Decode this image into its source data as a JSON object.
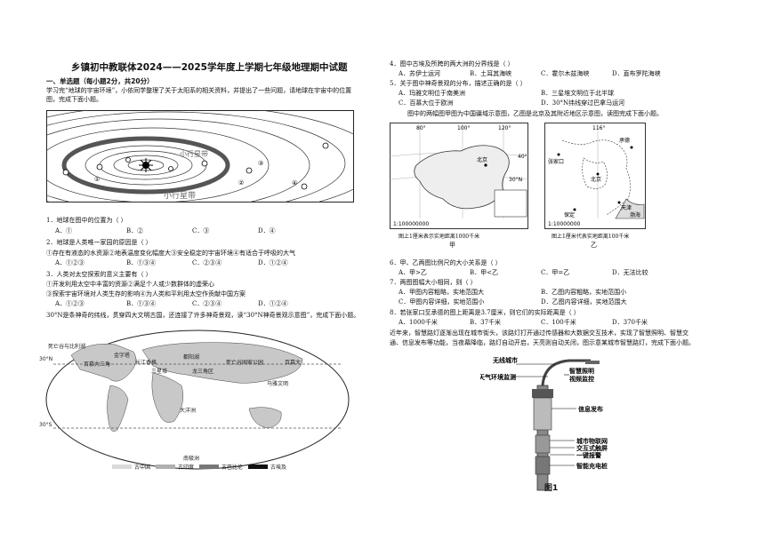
{
  "title": "乡镇初中教联体2024——2025学年度上学期七年级地理期中试题",
  "section1": "一、单选题（每小题2分，共20分）",
  "intro1": "学习完“地球的宇宙环境”，小依同学整理了关于太阳系的相关资料，并提出了一些问题，请地球在宇宙中的位置",
  "intro1b": "图，完成下面小题。",
  "fig1": {
    "label1": "小行星带",
    "label2": "小行星带"
  },
  "q1": {
    "stem": "1．地球在图中的位置为（   ）",
    "a": "A．①",
    "b": "B．②",
    "c": "C．③",
    "d": "D．④"
  },
  "q2": {
    "stem": "2．地球是人类唯一家园的原因是（   ）",
    "note": "①存在有液态的水资源②地表温度变化幅度大③安全稳定的宇宙环境④有适合于呼吸的大气",
    "a": "A．①②③",
    "b": "B．①③④",
    "c": "C．②③④",
    "d": "D．①②④"
  },
  "q3": {
    "stem": "3．人类对太空探索的意义主要有（   ）",
    "note1": "①开发利用太空中丰富的资源②满足个人或少数群体的虚荣心",
    "note2": "③探索宇宙环境对人类生存的影响④为人类和平利用太空作贡献中国方案",
    "a": "A．①②③",
    "b": "B．①③④",
    "c": "C．②③④",
    "d": "D．①②④"
  },
  "intro2": "30°N是条神奇的纬线，贯穿四大文明古国，还连接了许多神奇景观，读“30°N神奇景观示意图”，完成下面小题。",
  "worldmap": {
    "labels": [
      "死亡谷与比利湖",
      "金字塔",
      "长江香格",
      "都阳湖",
      "死亡谷国家公园",
      "百慕大",
      "百慕大三角",
      "马雅文明",
      "三星堆",
      "龙三角区",
      "大洋洲",
      "南极洲",
      "30°N",
      "30°S"
    ],
    "legend": [
      "古中国",
      "古印度",
      "古巴比伦",
      "古埃及"
    ],
    "legend_colors": [
      "#d9d9d9",
      "#b0b0b0",
      "#777777",
      "#111111"
    ]
  },
  "q4": {
    "stem": "4．图中古埃及所跨的两大洲的分界线是（   ）",
    "a": "A．苏伊士运河",
    "b": "B．土耳其海峡",
    "c": "C．霍尔木兹海峡",
    "d": "D．直布罗陀海峡"
  },
  "q5": {
    "stem": "5．关于图中神奇景观的分布，描述正确的是（   ）",
    "a": "A．玛雅文明位于南美洲",
    "b": "B．三星堆文明位于北半球",
    "c": "C．百慕大位于欧洲",
    "d": "D．30°N纬线穿过巴拿马运河"
  },
  "intro3": "图中的两幅图甲图为中国疆域示意图，乙图是北京及其附近地区示意图，读图完成下面小题。",
  "maps": {
    "jia_coords": [
      "80°",
      "100°",
      "120°",
      "40°",
      "30°N"
    ],
    "jia_scale": "1:100000000",
    "jia_note": "图上1厘米表示实地距离1000千米",
    "jia_name": "甲",
    "jia_labels": [
      "北京"
    ],
    "yi_coords": [
      "116°"
    ],
    "yi_labels": [
      "承德",
      "张家口",
      "北京",
      "保定",
      "天津",
      "渤海"
    ],
    "yi_scale": "1:10000000",
    "yi_note": "图上1厘米代表实地距离100千米",
    "yi_name": "乙"
  },
  "q6": {
    "stem": "6．甲、乙两图比例尺的大小关系是（   ）",
    "a": "A．甲>乙",
    "b": "B．甲<乙",
    "c": "C．甲=乙",
    "d": "D．无法比较"
  },
  "q7": {
    "stem": "7．两图图幅大小相同，则（   ）",
    "a": "A．甲图内容粗略，实地范围大",
    "b": "B．乙图内容粗略，实地范围小",
    "c": "C．甲图内容详细，实地范围小",
    "d": "D．乙图内容详细，实地范围大"
  },
  "q8": {
    "stem": "8．若张家口至承德的图上距离是3.7厘米，则它们的实际距离是（   ）",
    "a": "A．1000千米",
    "b": "B．37千米",
    "c": "C．100千米",
    "d": "D．370千米"
  },
  "intro4a": "近年来，智慧路灯逐渐出现在城市街头，该路灯打开通过传感器和大数据交互技术，实现了智慧照明、智慧交",
  "intro4b": "通、信息发布等功能，当夜幕降临，路灯自动开启，天亮则自动关闭，图示意某城市智慧路灯，完成下面小题。",
  "pole": {
    "labels": [
      "无线城市",
      "天气环境监测",
      "智慧照明",
      "视频监控",
      "信息发布",
      "城市物联网",
      "交互式触屏",
      "一键报警",
      "智能充电桩"
    ],
    "caption": "图1"
  }
}
